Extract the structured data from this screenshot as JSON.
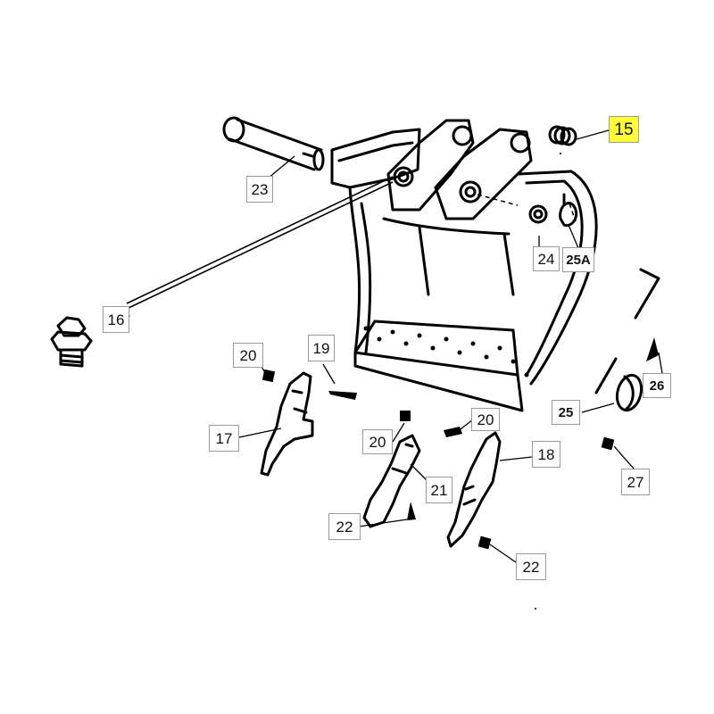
{
  "diagram": {
    "callouts": [
      {
        "id": "c15",
        "text": "15",
        "highlight": true
      },
      {
        "id": "c23",
        "text": "23"
      },
      {
        "id": "c24",
        "text": "24"
      },
      {
        "id": "c25a",
        "text": "25A"
      },
      {
        "id": "c16",
        "text": "16"
      },
      {
        "id": "c20a",
        "text": "20"
      },
      {
        "id": "c19",
        "text": "19"
      },
      {
        "id": "c26",
        "text": "26"
      },
      {
        "id": "c25",
        "text": "25"
      },
      {
        "id": "c17",
        "text": "17"
      },
      {
        "id": "c20b",
        "text": "20"
      },
      {
        "id": "c20c",
        "text": "20"
      },
      {
        "id": "c18",
        "text": "18"
      },
      {
        "id": "c21",
        "text": "21"
      },
      {
        "id": "c27",
        "text": "27"
      },
      {
        "id": "c22a",
        "text": "22"
      },
      {
        "id": "c22b",
        "text": "22"
      }
    ],
    "highlight_color": "#ffff33"
  }
}
